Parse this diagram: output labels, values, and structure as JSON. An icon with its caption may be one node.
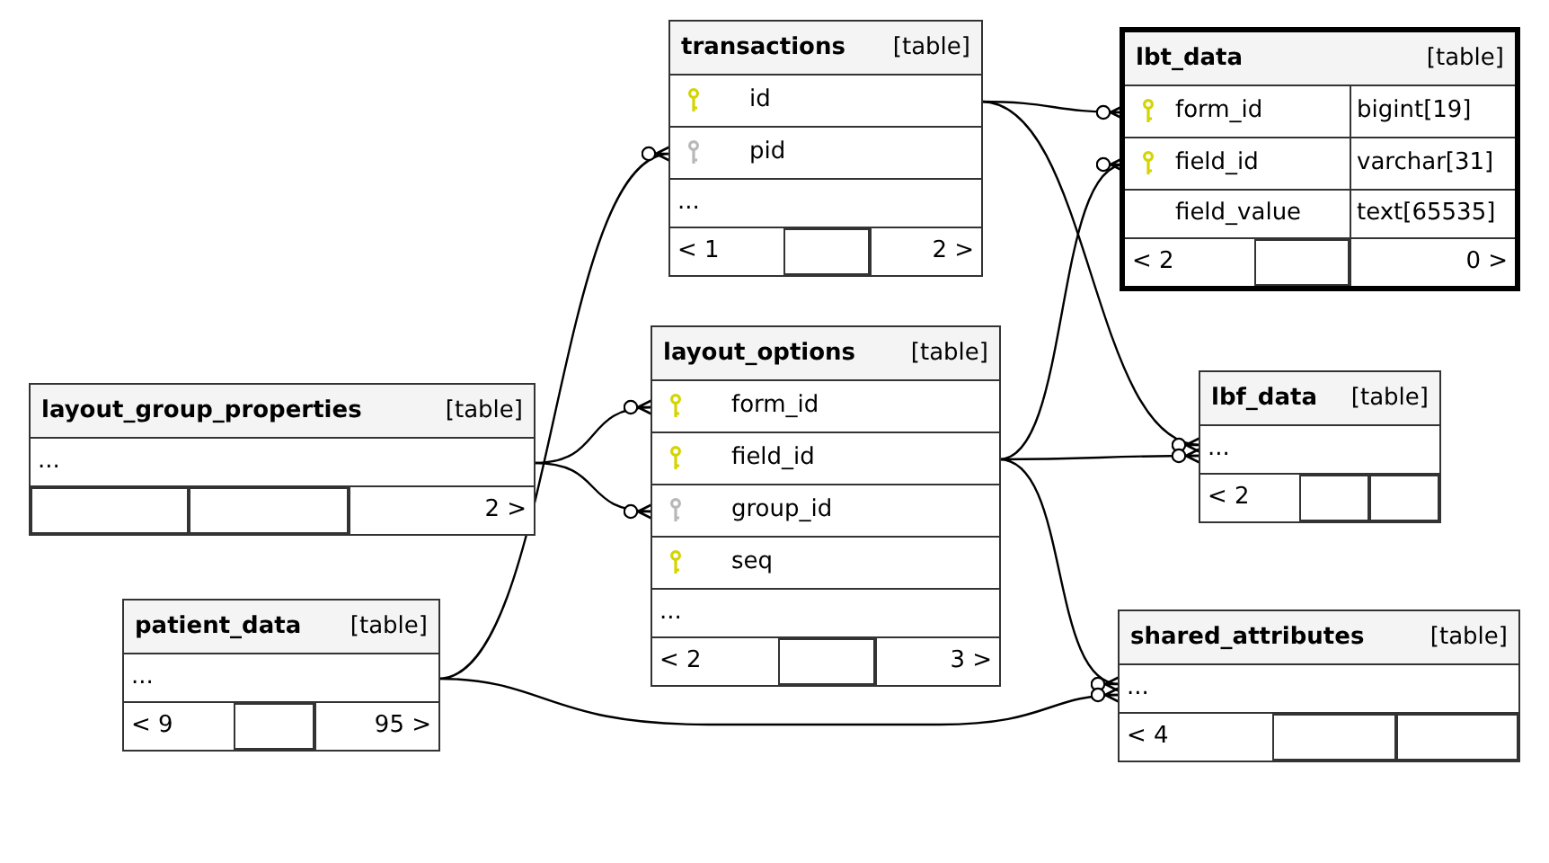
{
  "diagram": {
    "nodes": [
      {
        "text": [
          "transactions",
          "[table]"
        ]
      },
      {
        "text": [
          "id"
        ],
        "in": 0
      },
      {
        "text": [
          "pid"
        ],
        "in": 0
      },
      {
        "text": [
          "..."
        ],
        "in": 0
      },
      {
        "text": [
          "< 1"
        ],
        "in": 0
      },
      {
        "text": [],
        "shape": "box",
        "in": 0
      },
      {
        "text": [
          "2 >"
        ],
        "in": 0
      },
      {
        "text": [
          "lbt_data",
          "[table]"
        ]
      },
      {
        "text": [
          "form_id",
          "bigint[19]"
        ],
        "in": 7
      },
      {
        "text": [
          "field_id",
          "varchar[31]"
        ],
        "in": 7
      },
      {
        "text": [
          "field_value",
          "text[65535]"
        ],
        "in": 7
      },
      {
        "text": [
          "< 2"
        ],
        "in": 7
      },
      {
        "text": [],
        "shape": "box",
        "in": 7
      },
      {
        "text": [
          "0 >"
        ],
        "in": 7
      },
      {
        "text": [
          "layout_group_properties",
          "[table]"
        ]
      },
      {
        "text": [
          "..."
        ],
        "in": 14
      },
      {
        "text": [],
        "shape": "box",
        "in": 14
      },
      {
        "text": [],
        "shape": "box",
        "in": 14
      },
      {
        "text": [
          "2 >"
        ],
        "in": 14
      },
      {
        "text": [
          "layout_options",
          "[table]"
        ]
      },
      {
        "text": [
          "form_id"
        ],
        "in": 19
      },
      {
        "text": [
          "field_id"
        ],
        "in": 19
      },
      {
        "text": [
          "group_id"
        ],
        "in": 19
      },
      {
        "text": [
          "seq"
        ],
        "in": 19
      },
      {
        "text": [
          "..."
        ],
        "in": 19
      },
      {
        "text": [
          "< 2"
        ],
        "in": 19
      },
      {
        "text": [],
        "shape": "box",
        "in": 19
      },
      {
        "text": [
          "3 >"
        ],
        "in": 19
      },
      {
        "text": [
          "lbf_data",
          "[table]"
        ]
      },
      {
        "text": [
          "..."
        ],
        "in": 28
      },
      {
        "text": [
          "< 2"
        ],
        "in": 28
      },
      {
        "text": [],
        "shape": "box",
        "in": 28
      },
      {
        "text": [],
        "shape": "box",
        "in": 28
      },
      {
        "text": [
          "patient_data",
          "[table]"
        ]
      },
      {
        "text": [
          "..."
        ],
        "in": 33
      },
      {
        "text": [
          "< 9"
        ],
        "in": 33
      },
      {
        "text": [],
        "shape": "box",
        "in": 33
      },
      {
        "text": [
          "95 >"
        ],
        "in": 33
      },
      {
        "text": [
          "shared_attributes",
          "[table]"
        ]
      },
      {
        "text": [
          "..."
        ],
        "in": 38
      },
      {
        "text": [
          "< 4"
        ],
        "in": 38
      },
      {
        "text": [],
        "shape": "box",
        "in": 38
      },
      {
        "text": [],
        "shape": "box",
        "in": 38
      }
    ],
    "edges": [
      {
        "from": 1,
        "to": 8,
        "arrow": "other"
      },
      {
        "from": 1,
        "to": 29,
        "arrow": "other"
      },
      {
        "from": 21,
        "to": 9,
        "arrow": "other"
      },
      {
        "from": 21,
        "to": 29,
        "arrow": "other"
      },
      {
        "from": 21,
        "to": 39,
        "arrow": "other"
      },
      {
        "from": 15,
        "to": 20,
        "arrow": "other"
      },
      {
        "from": 15,
        "to": 22,
        "arrow": "other"
      },
      {
        "from": 34,
        "to": 2,
        "arrow": "other"
      },
      {
        "from": 34,
        "to": 39,
        "arrow": "other"
      }
    ]
  }
}
